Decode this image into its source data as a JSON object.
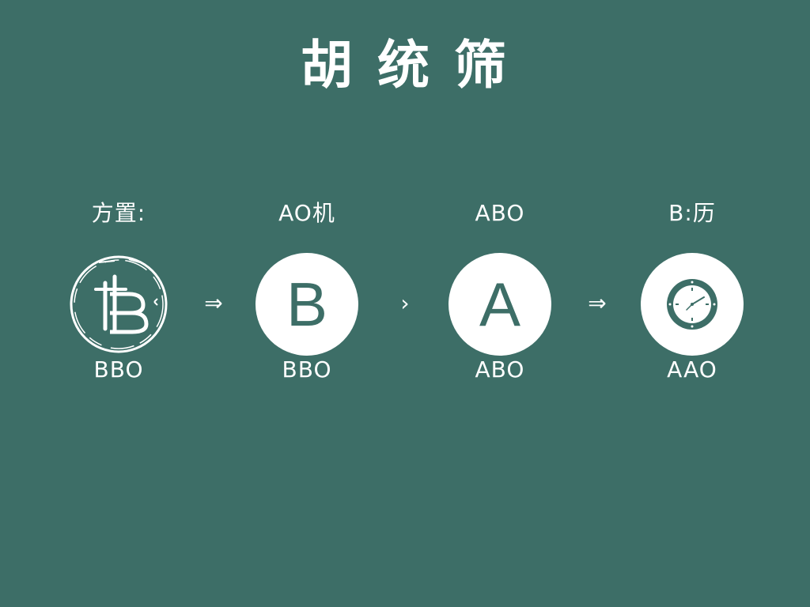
{
  "title": "胡 统 筛",
  "steps": [
    {
      "top_label": "方置:",
      "bottom_label": "BBO",
      "icon": "sketched-b-circle-icon"
    },
    {
      "top_label": "AO机",
      "bottom_label": "BBO",
      "icon": "b-circle-icon",
      "letter": "B"
    },
    {
      "top_label": "ABO",
      "bottom_label": "ABO",
      "icon": "a-circle-icon",
      "letter": "A"
    },
    {
      "top_label": "B:历",
      "bottom_label": "AAO",
      "icon": "clock-icon"
    }
  ],
  "connectors": [
    "⇒",
    "›",
    "⇒"
  ],
  "colors": {
    "background": "#3d6e67",
    "foreground": "#ffffff"
  }
}
